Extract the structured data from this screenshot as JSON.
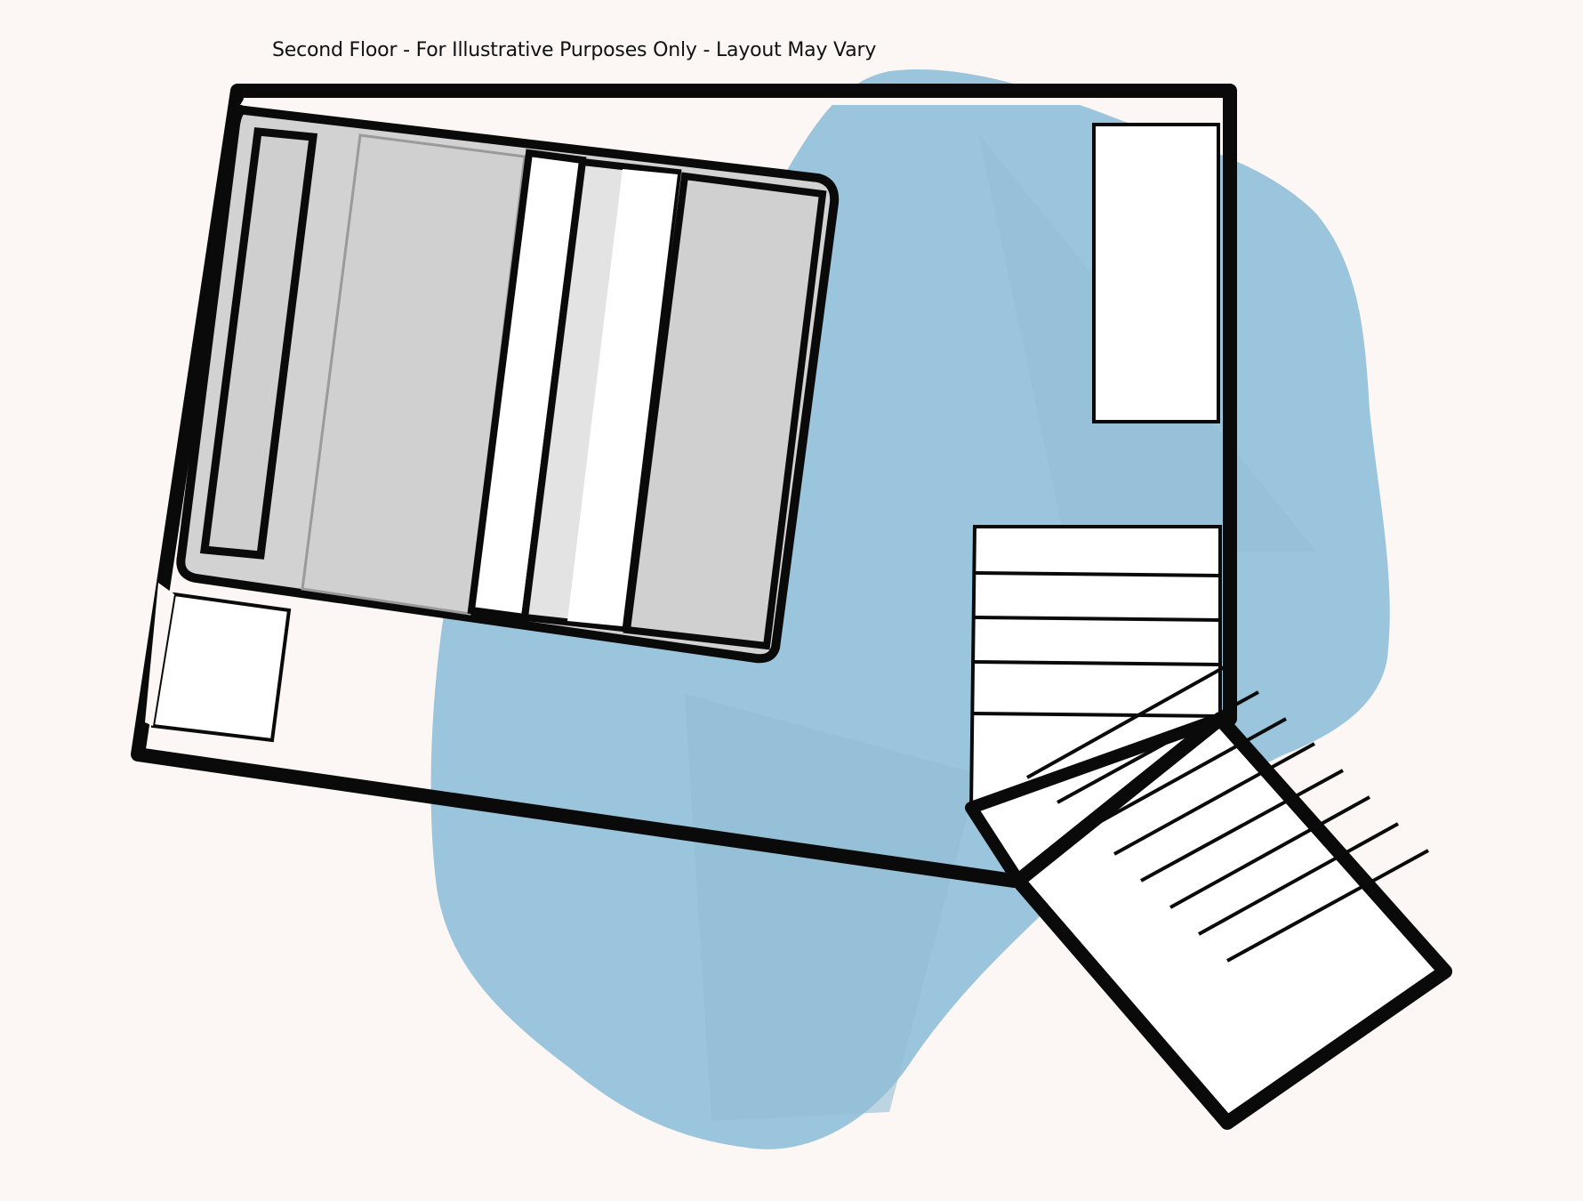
{
  "diagram": {
    "type": "floor-plan",
    "caption": "Second Floor - For Illustrative Purposes Only - Layout May Vary",
    "colors": {
      "background": "#fcf7f5",
      "blob": "#9bc5dc",
      "blob_shade": "#93bdd3",
      "wall": "#0a0a0a",
      "fixture_fill": "#ffffff",
      "cabinet_gray": "#d0d0d0",
      "cabinet_light": "#e2e2e2"
    },
    "elements": [
      {
        "id": "exterior-walls",
        "label": "Exterior walls"
      },
      {
        "id": "cabinet-unit",
        "label": "Wall unit / cabinet with 5 panels"
      },
      {
        "id": "closet-right",
        "label": "Closet (right wall)"
      },
      {
        "id": "box-bottom-left",
        "label": "Small storage box"
      },
      {
        "id": "staircase-upper",
        "label": "Upper stair flight (5 treads + winders)"
      },
      {
        "id": "staircase-lower",
        "label": "Lower stair flight (8 treads)"
      }
    ]
  }
}
